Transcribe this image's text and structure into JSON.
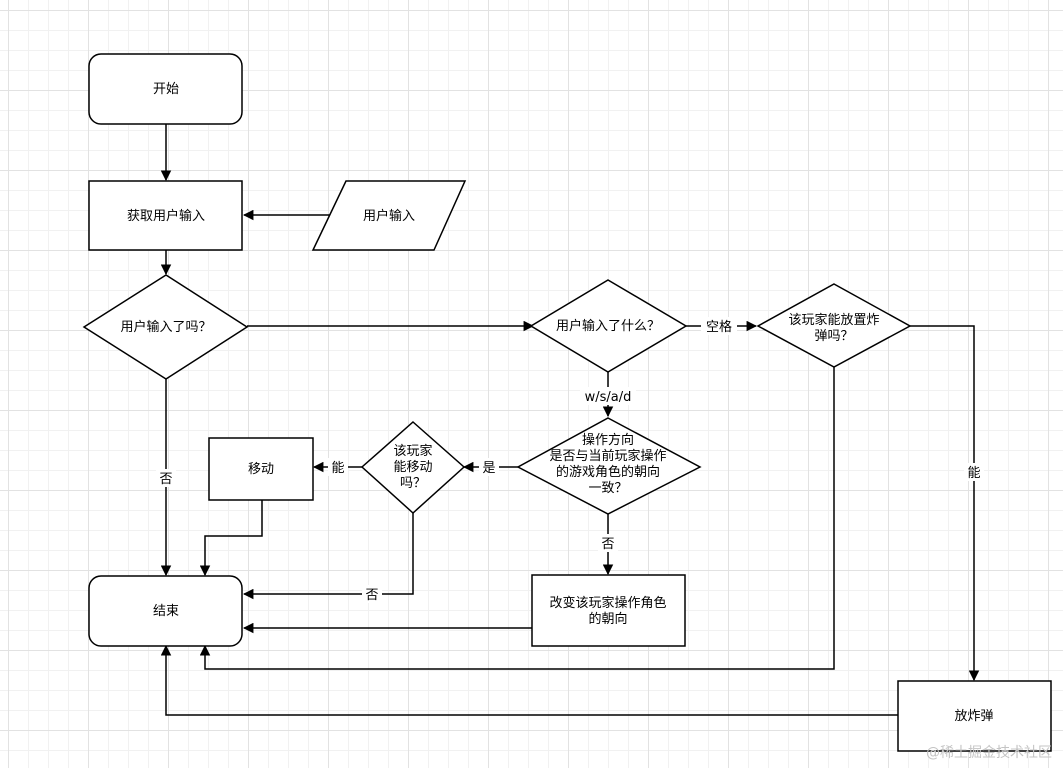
{
  "nodes": {
    "start": "开始",
    "get_input": "获取用户输入",
    "user_input_io": "用户输入",
    "has_input": "用户输入了吗？",
    "what_input": "用户输入了什么？",
    "can_bomb": [
      "该玩家能放置炸",
      "弹吗？"
    ],
    "direction_check": [
      "操作方向",
      "是否与当前玩家操作",
      "的游戏角色的朝向",
      "一致？"
    ],
    "can_move": [
      "该玩家",
      "能移动",
      "吗？"
    ],
    "move": "移动",
    "end": "结束",
    "change_direction": [
      "改变该玩家操作角色",
      "的朝向"
    ],
    "place_bomb": "放炸弹"
  },
  "edge_labels": {
    "no_input": "否",
    "space": "空格",
    "wasd": "w/s/a/d",
    "bomb_yes": "能",
    "direction_yes": "是",
    "direction_no": "否",
    "move_yes": "能",
    "move_no": "否"
  },
  "watermark": "@稀土掘金技术社区"
}
